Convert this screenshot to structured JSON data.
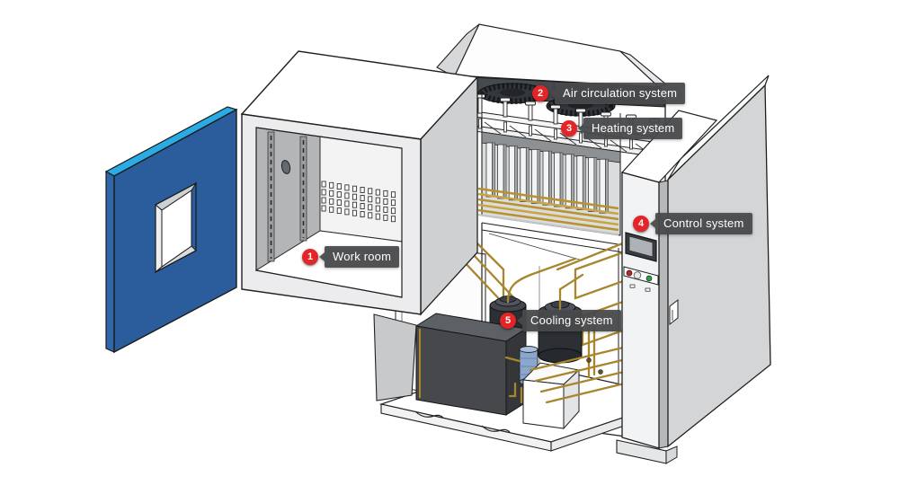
{
  "callouts": [
    {
      "num": "1",
      "label": "Work room"
    },
    {
      "num": "2",
      "label": "Air circulation system"
    },
    {
      "num": "3",
      "label": "Heating system"
    },
    {
      "num": "4",
      "label": "Control system"
    },
    {
      "num": "5",
      "label": "Cooling system"
    }
  ],
  "colors": {
    "badge_red": "#e42528",
    "callout_bg": "#494a4c",
    "door_blue": "#2b5d9d",
    "door_top_edge": "#2aabe3",
    "door_side": "#2f66a8",
    "pipe_gold": "#a8862e",
    "outline": "#1f1f1f",
    "chamber_side_gray": "#ced0d2",
    "compressor_dark": "#2c2f33",
    "receiver_blue": "#8ba7cc"
  }
}
